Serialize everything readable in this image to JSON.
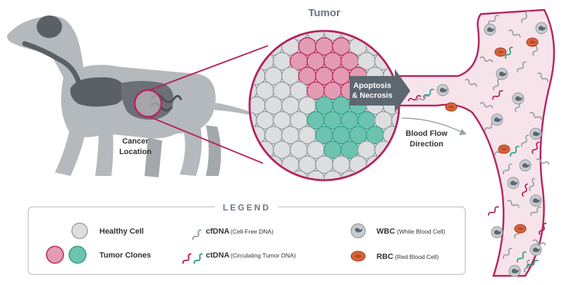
{
  "title": "Tumor",
  "apoptosis_label_line1": "Apoptosis",
  "apoptosis_label_line2": "& Necrosis",
  "cancer_location_line1": "Cancer",
  "cancer_location_line2": "Location",
  "blood_flow_line1": "Blood Flow",
  "blood_flow_line2": "Direction",
  "legend": {
    "title": "LEGEND",
    "healthy_cell": "Healthy Cell",
    "tumor_clones": "Tumor Clones",
    "cfdna_label": "cfDNA",
    "cfdna_desc": "(Cell-Free DNA)",
    "ctdna_label": "ctDNA",
    "ctdna_desc": "(Circulating Tumor DNA)",
    "wbc_label": "WBC",
    "wbc_desc": "(White Blood Cell)",
    "rbc_label": "RBC",
    "rbc_desc": "(Red Blood Cell)"
  },
  "colors": {
    "magenta": "#b5245f",
    "pink_cell": "#e39bb2",
    "teal_cell": "#6cc3b0",
    "healthy_cell": "#dcdee0",
    "dog_body": "#b4b9bd",
    "dog_dark": "#5b6066",
    "vessel_fill": "#f6e4ea",
    "rbc": "#d9633c",
    "arrow": "#5d6770",
    "dna_gray": "#9aa2a8",
    "dna_teal": "#2f9e88"
  }
}
